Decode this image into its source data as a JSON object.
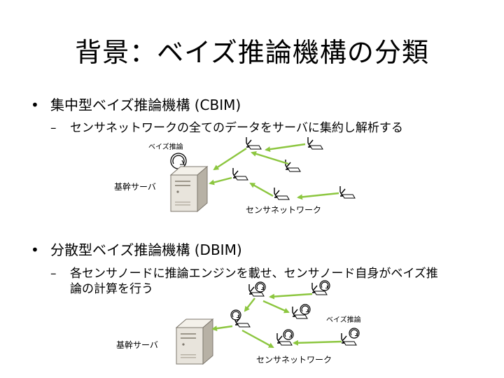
{
  "slide": {
    "title": "背景：ベイズ推論機構の分類",
    "section1": {
      "bullet": "•",
      "heading": "集中型ベイズ推論機構 (CBIM)",
      "dash": "–",
      "sub": "センサネットワークの全てのデータをサーバに集約し解析する",
      "label_inference": "ベイズ推論",
      "label_server": "基幹サーバ",
      "label_network": "センサネットワーク"
    },
    "section2": {
      "bullet": "•",
      "heading": "分散型ベイズ推論機構 (DBIM)",
      "dash": "–",
      "sub_line1": "各センサノードに推論エンジンを載せ、センサノード自身がベイズ推",
      "sub_line2": "論の計算を行う",
      "label_inference": "ベイズ推論",
      "label_server": "基幹サーバ",
      "label_network": "センサネットワーク"
    }
  },
  "colors": {
    "arrow": "#8cc63f",
    "server_body": "#e8e4dc",
    "server_shadow": "#9c968a"
  }
}
